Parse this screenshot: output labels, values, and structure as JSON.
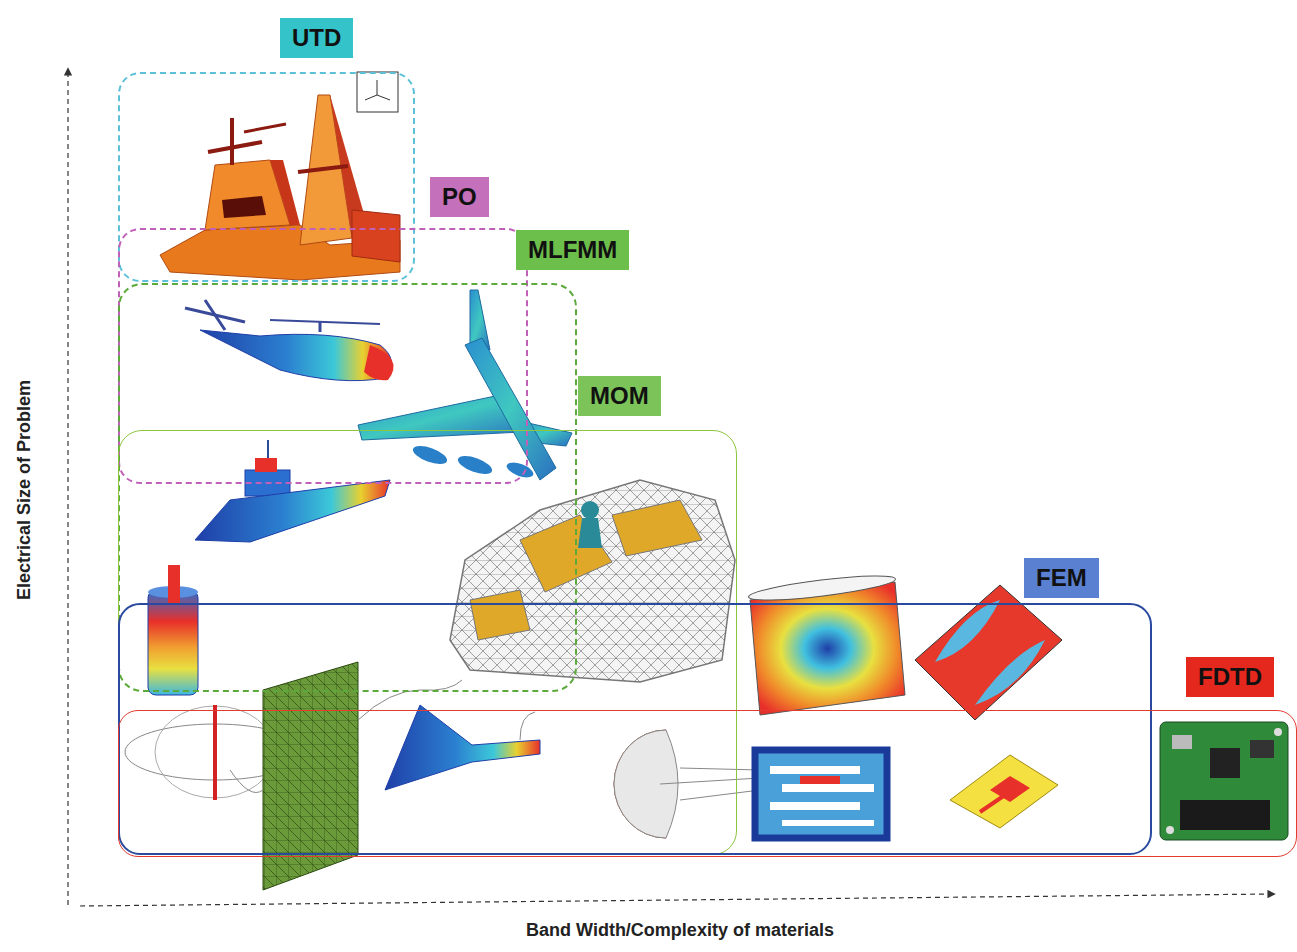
{
  "diagram": {
    "nodes": [
      {
        "text": [
          "UTD"
        ]
      },
      {
        "text": [
          "PO"
        ]
      },
      {
        "text": [
          "MLFMM"
        ]
      },
      {
        "text": [
          "MOM"
        ]
      },
      {
        "text": [
          "FEM"
        ]
      },
      {
        "text": [
          "FDTD"
        ]
      }
    ],
    "labels": [
      "Electrical Size of Problem",
      "Band Width/Complexity of materials"
    ]
  }
}
